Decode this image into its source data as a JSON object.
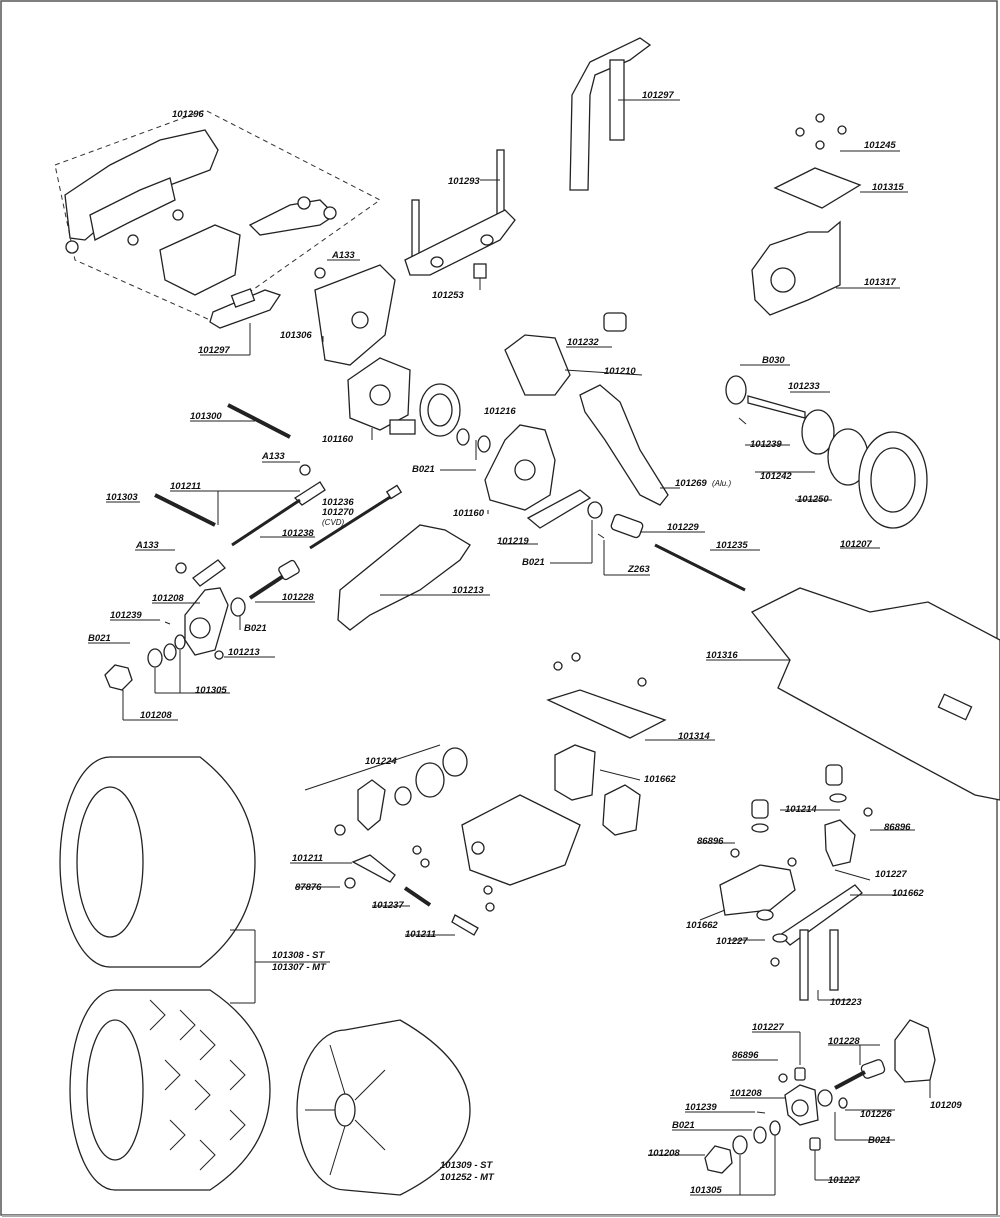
{
  "labels": {
    "p101296": "101296",
    "p101297a": "101297",
    "p101297b": "101297",
    "p101293": "101293",
    "p101245": "101245",
    "p101315": "101315",
    "p101317": "101317",
    "pA133a": "A133",
    "pA133b": "A133",
    "pA133c": "A133",
    "p101253": "101253",
    "p101306": "101306",
    "p101232": "101232",
    "p101210": "101210",
    "pB030": "B030",
    "p101233": "101233",
    "p101300": "101300",
    "p101160a": "101160",
    "p101160b": "101160",
    "p101216": "101216",
    "p101239a": "101239",
    "p101239b": "101239",
    "p101239c": "101239",
    "p101242": "101242",
    "pB021a": "B021",
    "pB021b": "B021",
    "pB021c": "B021",
    "pB021d": "B021",
    "pB021e": "B021",
    "pB021f": "B021",
    "p101269": "101269",
    "p101269sub": "(Alu.)",
    "p101250": "101250",
    "p101211a": "101211",
    "p101211b": "101211",
    "p101211c": "101211",
    "p101236": "101236",
    "p101270": "101270",
    "p101270sub": "(CVD)",
    "p101303": "101303",
    "p101238": "101238",
    "p101219": "101219",
    "p101229": "101229",
    "p101207": "101207",
    "p101235": "101235",
    "p101208a": "101208",
    "p101208b": "101208",
    "p101208c": "101208",
    "p101208d": "101208",
    "pZ263": "Z263",
    "p101213a": "101213",
    "p101213b": "101213",
    "p101228a": "101228",
    "p101228b": "101228",
    "p101305a": "101305",
    "p101305b": "101305",
    "p101316": "101316",
    "p101314": "101314",
    "p101224": "101224",
    "p101662a": "101662",
    "p101662b": "101662",
    "p101662c": "101662",
    "p101214": "101214",
    "p86896a": "86896",
    "p86896b": "86896",
    "p86896c": "86896",
    "p101227a": "101227",
    "p101227b": "101227",
    "p101227c": "101227",
    "p101227d": "101227",
    "p87876": "87876",
    "p101237": "101237",
    "p101308": "101308 - ST",
    "p101307": "101307 - MT",
    "p101223": "101223",
    "p101209": "101209",
    "p101226": "101226",
    "p101309": "101309 - ST",
    "p101252": "101252 - MT"
  }
}
